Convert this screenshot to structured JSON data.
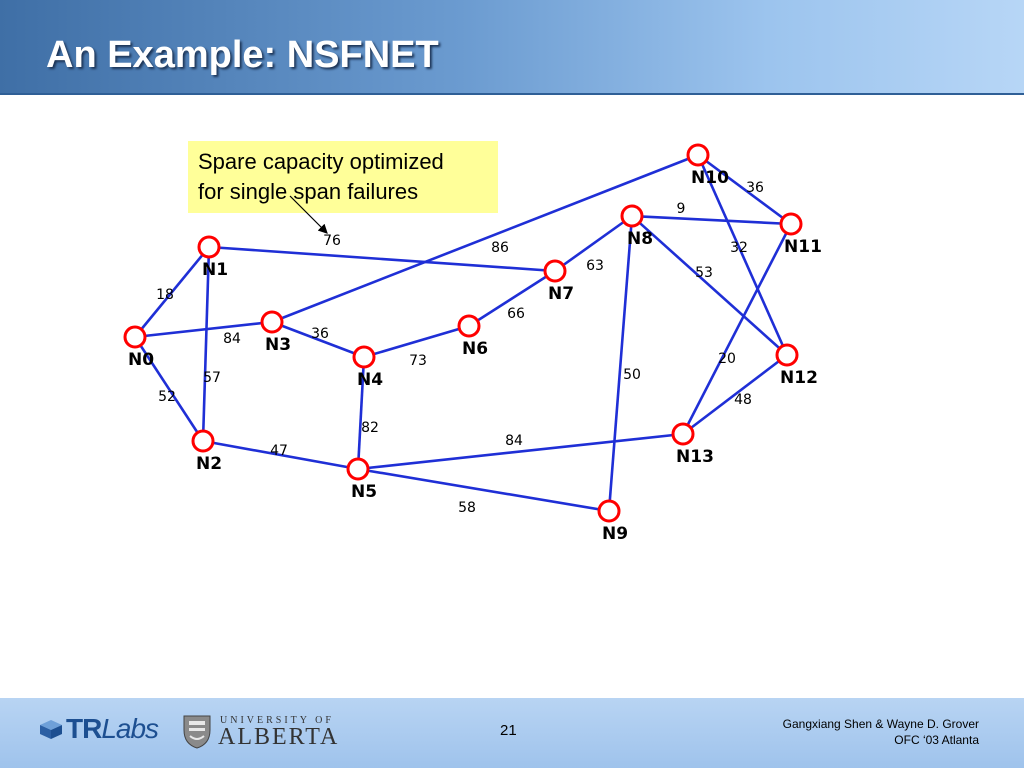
{
  "slide": {
    "title": "An Example: NSFNET",
    "callout": [
      "Spare capacity optimized",
      "for single span failures"
    ]
  },
  "network": {
    "nodes": [
      "N0",
      "N1",
      "N2",
      "N3",
      "N4",
      "N5",
      "N6",
      "N7",
      "N8",
      "N9",
      "N10",
      "N11",
      "N12",
      "N13"
    ],
    "links": [
      {
        "from": "N0",
        "to": "N1",
        "label": "18"
      },
      {
        "from": "N0",
        "to": "N3",
        "label": "84"
      },
      {
        "from": "N0",
        "to": "N2",
        "label": "52"
      },
      {
        "from": "N1",
        "to": "N2",
        "label": "57"
      },
      {
        "from": "N1",
        "to": "N7",
        "label": "76"
      },
      {
        "from": "N3",
        "to": "N10",
        "label": "86"
      },
      {
        "from": "N3",
        "to": "N4",
        "label": "36"
      },
      {
        "from": "N4",
        "to": "N6",
        "label": "73"
      },
      {
        "from": "N4",
        "to": "N5",
        "label": "82"
      },
      {
        "from": "N6",
        "to": "N7",
        "label": "66"
      },
      {
        "from": "N7",
        "to": "N8",
        "label": "63"
      },
      {
        "from": "N8",
        "to": "N11",
        "label": "9"
      },
      {
        "from": "N8",
        "to": "N12",
        "label": "53"
      },
      {
        "from": "N8",
        "to": "N9",
        "label": "50"
      },
      {
        "from": "N10",
        "to": "N11",
        "label": "36"
      },
      {
        "from": "N10",
        "to": "N12",
        "label": "32"
      },
      {
        "from": "N11",
        "to": "N13",
        "label": "20"
      },
      {
        "from": "N12",
        "to": "N13",
        "label": "48"
      },
      {
        "from": "N2",
        "to": "N5",
        "label": "47"
      },
      {
        "from": "N5",
        "to": "N13",
        "label": "84"
      },
      {
        "from": "N5",
        "to": "N9",
        "label": "58"
      }
    ],
    "colors": {
      "link": "#1f2fd6",
      "node": "#ff0000",
      "label": "#000000"
    }
  },
  "footer": {
    "trlabs_tr": "TR",
    "trlabs_labs": "Labs",
    "university_top": "UNIVERSITY OF",
    "university_name": "ALBERTA",
    "page_number": "21",
    "authors": "Gangxiang Shen & Wayne D. Grover",
    "conference": "OFC ‘03 Atlanta"
  }
}
